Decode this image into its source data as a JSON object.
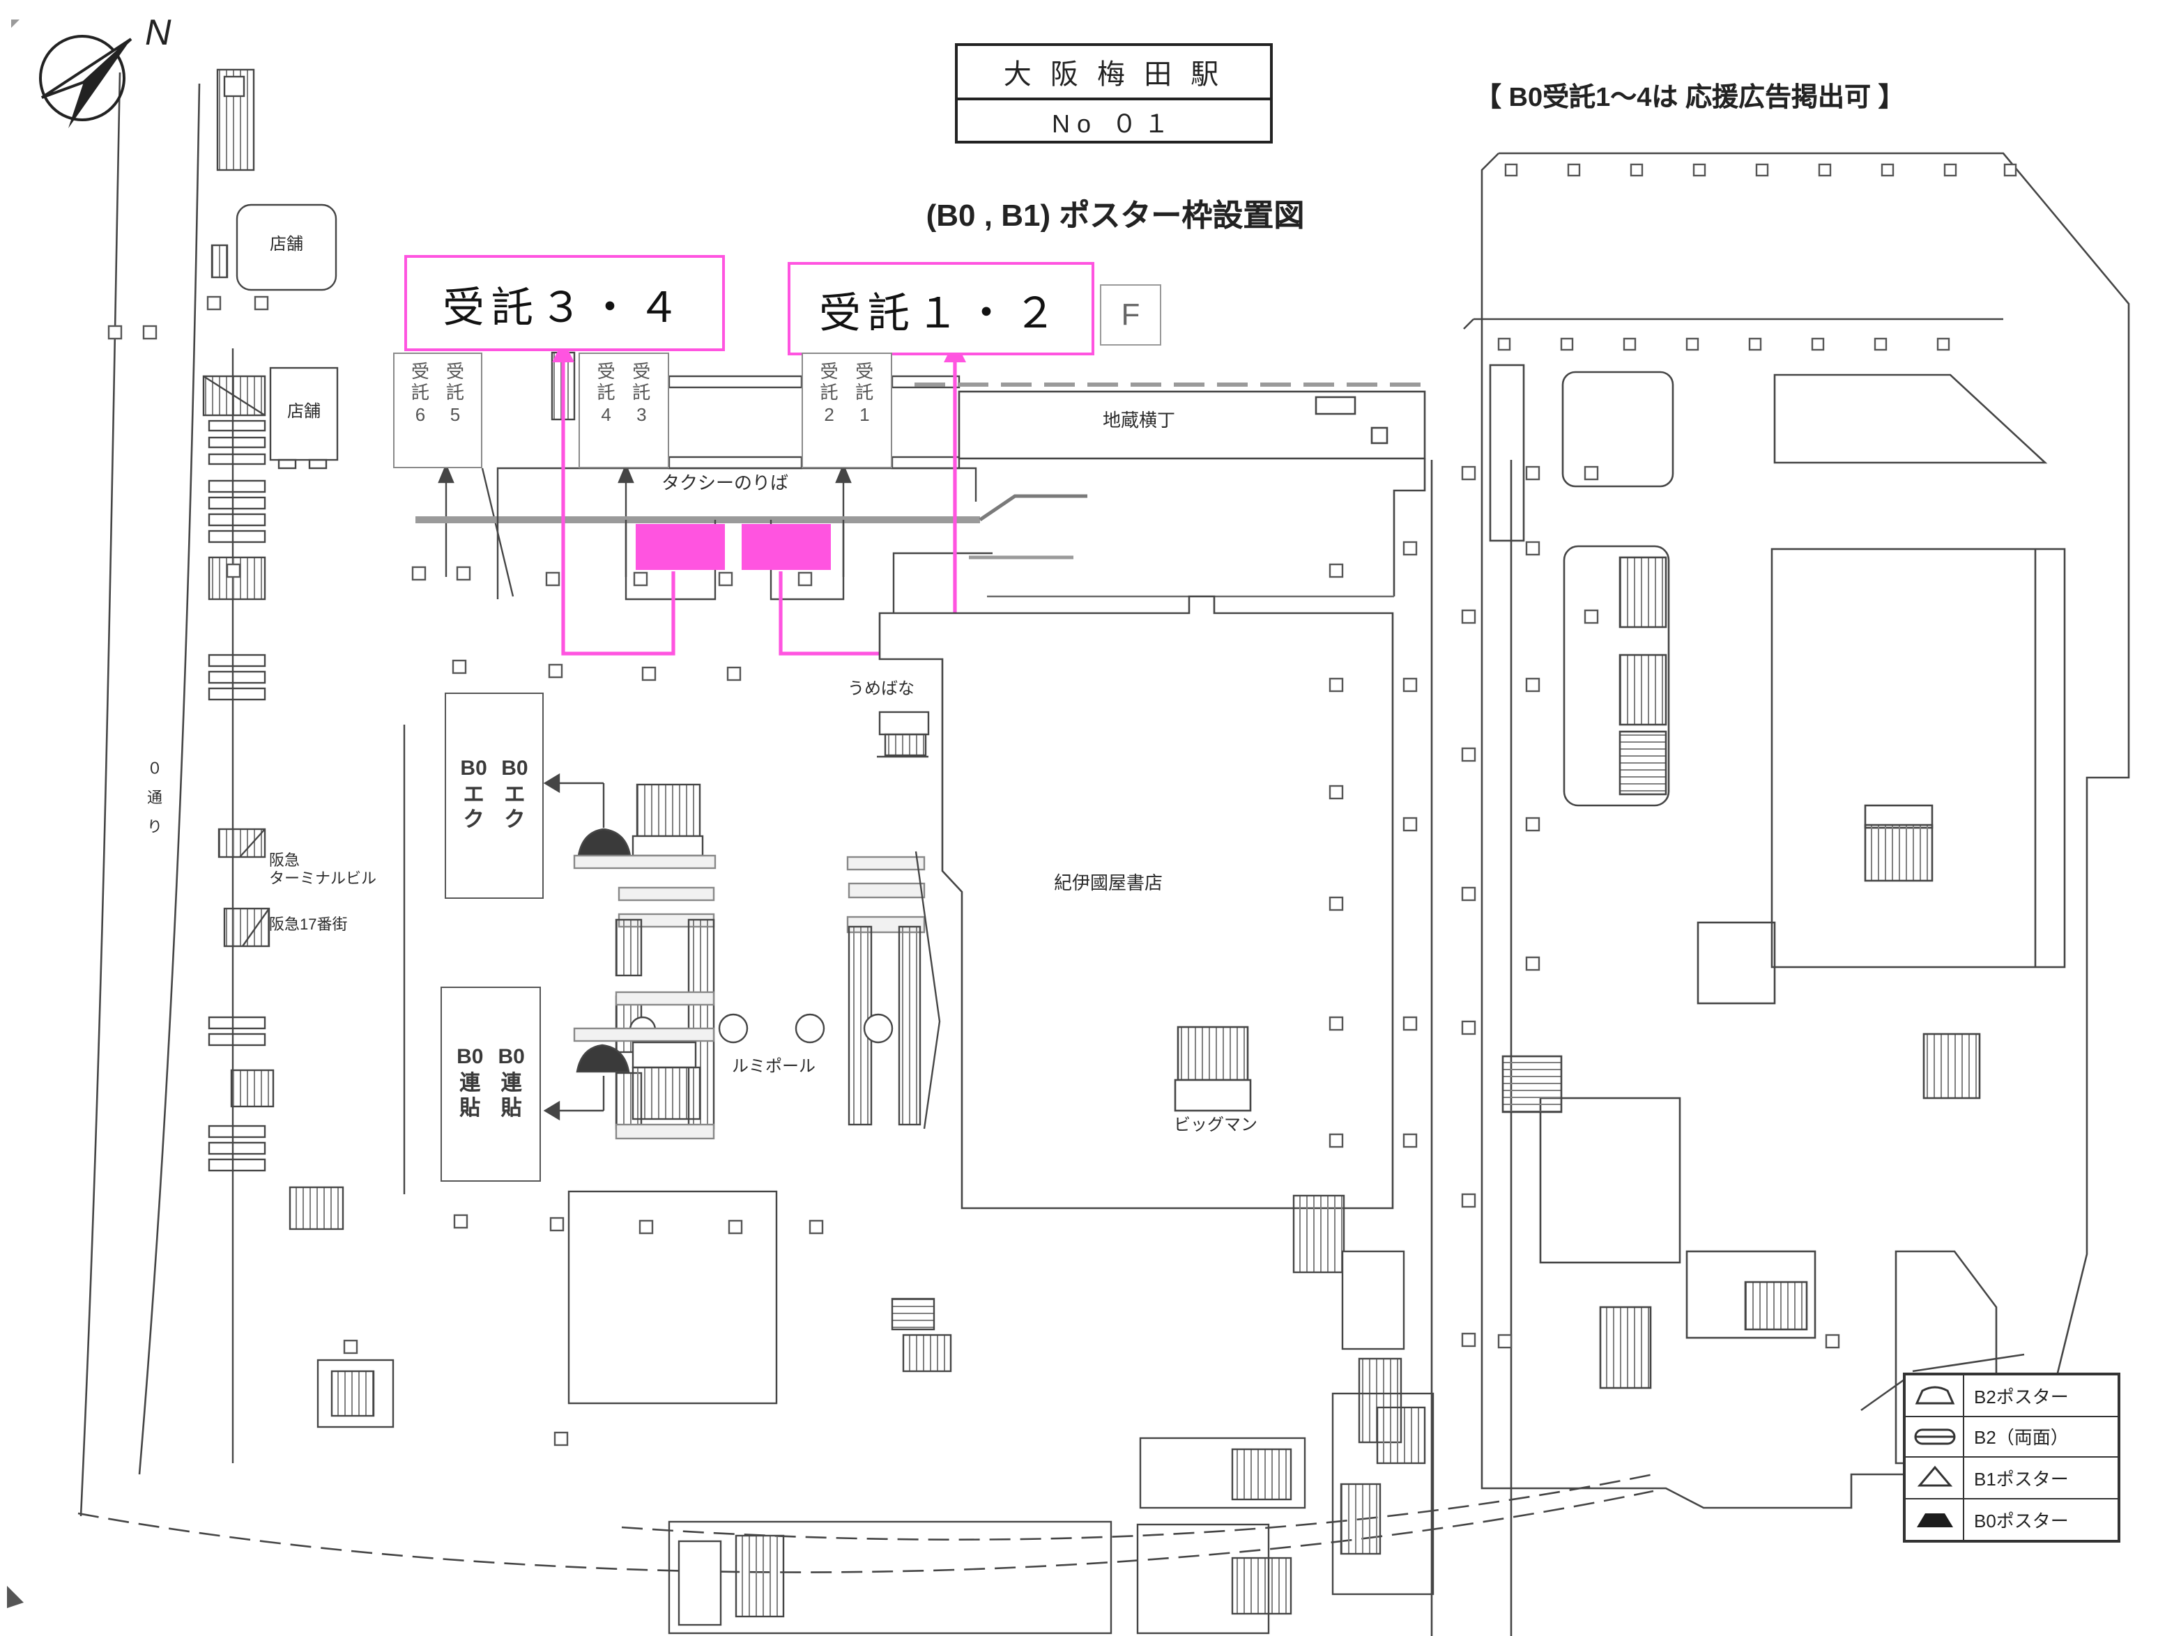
{
  "header": {
    "station_box": {
      "station": "大 阪 梅 田 駅",
      "number": "No ０１"
    },
    "note": "【 B0受託1～4は 応援広告掲出可 】",
    "subtitle": "(B0 , B1) ポスター枠設置図"
  },
  "compass": {
    "label": "N"
  },
  "annotations": {
    "jutaku34": "受託３・４",
    "jutaku12": "受託１・２",
    "f_label": "F"
  },
  "map_labels": {
    "jutaku_box_65": {
      "left": "受\n託\n6",
      "right": "受\n託\n5"
    },
    "jutaku_box_43": {
      "left": "受\n託\n4",
      "right": "受\n託\n3"
    },
    "jutaku_box_21": {
      "left": "受\n託\n2",
      "right": "受\n託\n1"
    },
    "taxi": "タクシーのりば",
    "jizo_yokocho": "地蔵横丁",
    "tenpo_upper": "店舗",
    "tenpo_lower": "店舗",
    "hankyu_terminal": "阪急\nターミナルビル",
    "hankyu_17": "阪急17番街",
    "odori": "０\n通\nり",
    "b0_eku": {
      "left": "B0\nエ\nク",
      "right": "B0\nエ\nク"
    },
    "b0_renbari": {
      "left": "B0\n連\n貼",
      "right": "B0\n連\n貼"
    },
    "rumipole": "ルミポール",
    "umebana": "うめばな",
    "kinokuniya": "紀伊國屋書店",
    "bigman": "ビッグマン"
  },
  "legend": {
    "rows": [
      {
        "icon": "b2-poster-icon",
        "label": "B2ポスター"
      },
      {
        "icon": "b2-double-icon",
        "label": "B2（両面）"
      },
      {
        "icon": "b1-poster-icon",
        "label": "B1ポスター"
      },
      {
        "icon": "b0-poster-icon",
        "label": "B0ポスター"
      }
    ]
  },
  "colors": {
    "accent": "#FF54E0",
    "line": "#454545"
  }
}
